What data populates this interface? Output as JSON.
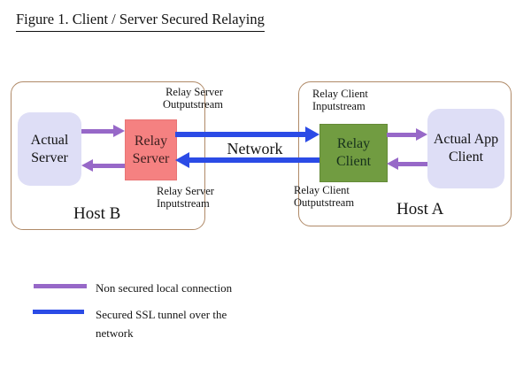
{
  "title": "Figure 1. Client / Server Secured Relaying",
  "colors": {
    "non_secured_connection": "#9768c8",
    "secured_tunnel": "#2b4be6",
    "relay_server_box": "#f58181",
    "relay_client_box": "#719c41",
    "endpoint_box": "#dedef6",
    "host_border": "#b08a68"
  },
  "diagram": {
    "host_b": {
      "label": "Host B",
      "nodes": {
        "actual_server": "Actual\nServer",
        "relay_server": "Relay\nServer"
      },
      "stream_labels": {
        "outputstream": "Relay Server\nOutputstream",
        "inputstream": "Relay Server\nInputstream"
      }
    },
    "host_a": {
      "label": "Host A",
      "nodes": {
        "relay_client": "Relay\nClient",
        "actual_app_client": "Actual App\nClient"
      },
      "stream_labels": {
        "inputstream": "Relay Client\nInputstream",
        "outputstream": "Relay Client\nOutputstream"
      }
    },
    "network_label": "Network"
  },
  "legend": {
    "items": [
      {
        "name": "non-secured-line",
        "color": "#9768c8",
        "label": "Non secured local connection"
      },
      {
        "name": "secured-line",
        "color": "#2b4be6",
        "label": "Secured SSL tunnel over the\nnetwork"
      }
    ]
  }
}
